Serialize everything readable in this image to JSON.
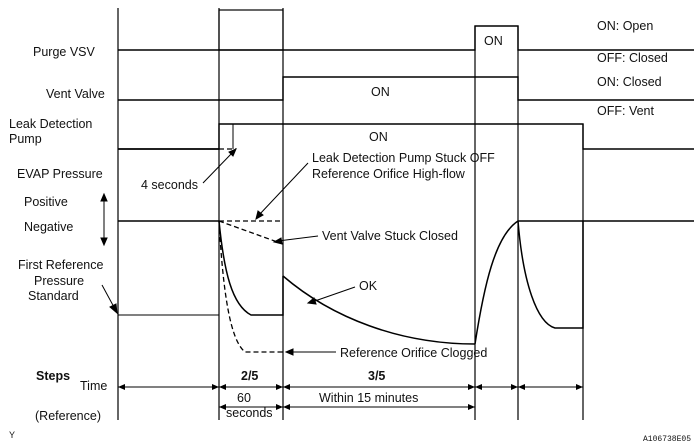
{
  "labels": {
    "purge_vsv": "Purge VSV",
    "vent_valve": "Vent Valve",
    "leak_pump_line1": "Leak Detection",
    "leak_pump_line2": "Pump",
    "evap_pressure": "EVAP Pressure",
    "positive": "Positive",
    "negative": "Negative",
    "first_ref_line1": "First Reference",
    "first_ref_line2": "Pressure",
    "first_ref_line3": "Standard",
    "steps": "Steps",
    "time": "Time",
    "reference": "(Reference)",
    "y_marker": "Y"
  },
  "states": {
    "on_open": "ON: Open",
    "off_closed": "OFF: Closed",
    "on_closed": "ON: Closed",
    "off_vent": "OFF: Vent",
    "on": "ON"
  },
  "annotations": {
    "four_seconds": "4 seconds",
    "pump_stuck_line1": "Leak Detection Pump Stuck OFF",
    "pump_stuck_line2": "Reference Orifice High-flow",
    "vent_stuck": "Vent Valve Stuck Closed",
    "ok": "OK",
    "orifice_clogged": "Reference Orifice Clogged"
  },
  "steps": {
    "step_2": "2/5",
    "step_3": "3/5"
  },
  "reference": {
    "sixty_line1": "60",
    "sixty_line2": "seconds",
    "within": "Within 15 minutes"
  },
  "figure_id": "A106738E05"
}
